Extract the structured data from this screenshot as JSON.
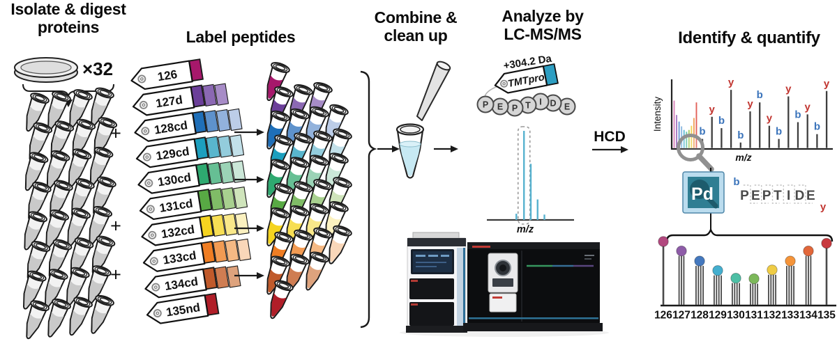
{
  "headers": {
    "isolate_line1": "Isolate & digest",
    "isolate_line2": "proteins",
    "label": "Label peptides",
    "combine_line1": "Combine &",
    "combine_line2": "clean up",
    "analyze_line1": "Analyze by",
    "analyze_line2": "LC-MS/MS",
    "identify": "Identify & quantify"
  },
  "symbols": {
    "plus": "+",
    "multiplier": "×32"
  },
  "isolate": {
    "tube_rows": 8,
    "tubes_per_row": 4
  },
  "tags": [
    {
      "label": "126",
      "colors": [
        "#A6186B"
      ]
    },
    {
      "label": "127d",
      "colors": [
        "#6B3F99",
        "#8B68B3",
        "#A78CC7"
      ]
    },
    {
      "label": "128cd",
      "colors": [
        "#1F6FB8",
        "#5E92CC",
        "#92B2DC",
        "#BCCDE8"
      ]
    },
    {
      "label": "129cd",
      "colors": [
        "#1C9FBE",
        "#59B6CD",
        "#93CCDC",
        "#C2E0E9"
      ]
    },
    {
      "label": "130cd",
      "colors": [
        "#2EA970",
        "#66BF94",
        "#9BD3B6",
        "#CBE7D8"
      ]
    },
    {
      "label": "131cd",
      "colors": [
        "#58A944",
        "#80BC67",
        "#A8D08F",
        "#CFE4BB"
      ]
    },
    {
      "label": "132cd",
      "colors": [
        "#F5D420",
        "#F7DE54",
        "#F9E88A",
        "#FBF1C0"
      ]
    },
    {
      "label": "133cd",
      "colors": [
        "#EF7D23",
        "#F29B53",
        "#F5B984",
        "#F9D7B9"
      ]
    },
    {
      "label": "134cd",
      "colors": [
        "#C05A2B",
        "#CF7D52",
        "#DEA37D"
      ]
    },
    {
      "label": "135nd",
      "colors": [
        "#B01E28"
      ]
    }
  ],
  "analyze": {
    "mass_shift": "+304.2 Da",
    "tag_label": "TMTpro",
    "tag_color": "#2D9EC2",
    "peptide": [
      "P",
      "E",
      "P",
      "T",
      "I",
      "D",
      "E"
    ],
    "hcd": "HCD"
  },
  "identify": {
    "logo_text": "Pd",
    "peptide": [
      "P",
      "E",
      "P",
      "T",
      "I",
      "D",
      "E"
    ],
    "b_ion": "b",
    "y_ion": "y"
  },
  "chart_data": [
    {
      "id": "ms1-precursor",
      "type": "stick",
      "xlabel": "m/z",
      "peak_color": "#57B2CF",
      "peaks": [
        {
          "x": 0.33,
          "h": 0.07
        },
        {
          "x": 0.42,
          "h": 1.0,
          "selected": true
        },
        {
          "x": 0.5,
          "h": 0.63
        },
        {
          "x": 0.58,
          "h": 0.23
        },
        {
          "x": 0.66,
          "h": 0.06
        }
      ]
    },
    {
      "id": "ms2-fragment",
      "type": "stick",
      "xlabel": "m/z",
      "ylabel": "Intensity",
      "peak_color": "#3F3F3F",
      "b_color": "#3B74BB",
      "y_color": "#C13530",
      "reporter_region": {
        "heights": [
          0.79,
          0.55,
          0.44,
          0.36,
          0.3,
          0.27,
          0.3,
          0.37,
          0.5,
          0.76
        ],
        "colors": [
          "#D884BA",
          "#A478C3",
          "#6D97D3",
          "#8AB9E1",
          "#64BED7",
          "#6CC6AA",
          "#A6CE62",
          "#F0D355",
          "#F2A35B",
          "#E2615A"
        ]
      },
      "fragments": [
        {
          "ion": "b",
          "h": 0.15
        },
        {
          "ion": "y",
          "h": 0.52
        },
        {
          "ion": "b",
          "h": 0.33
        },
        {
          "ion": "y",
          "h": 0.97
        },
        {
          "ion": "b",
          "h": 0.09
        },
        {
          "ion": "y",
          "h": 0.61
        },
        {
          "ion": "b",
          "h": 0.76
        },
        {
          "ion": "y",
          "h": 0.37
        },
        {
          "ion": "b",
          "h": 0.15
        },
        {
          "ion": "y",
          "h": 0.86
        },
        {
          "ion": "b",
          "h": 0.43
        },
        {
          "ion": "y",
          "h": 0.56
        },
        {
          "ion": "b",
          "h": 0.23
        },
        {
          "ion": "y",
          "h": 0.95
        }
      ]
    },
    {
      "id": "reporter-quant",
      "type": "lollipop",
      "categories": [
        "126",
        "127",
        "128",
        "129",
        "130",
        "131",
        "132",
        "133",
        "134",
        "135"
      ],
      "values": [
        1.0,
        0.84,
        0.67,
        0.51,
        0.38,
        0.37,
        0.52,
        0.67,
        0.84,
        0.97
      ],
      "stick_counts": [
        1,
        3,
        4,
        4,
        4,
        4,
        4,
        4,
        3,
        1
      ],
      "dot_colors": [
        "#B2497F",
        "#8E5CA8",
        "#4478BE",
        "#44AFCF",
        "#4DBFA5",
        "#7CB85A",
        "#EFCC45",
        "#F59439",
        "#E2673A",
        "#C83A3F"
      ]
    }
  ]
}
